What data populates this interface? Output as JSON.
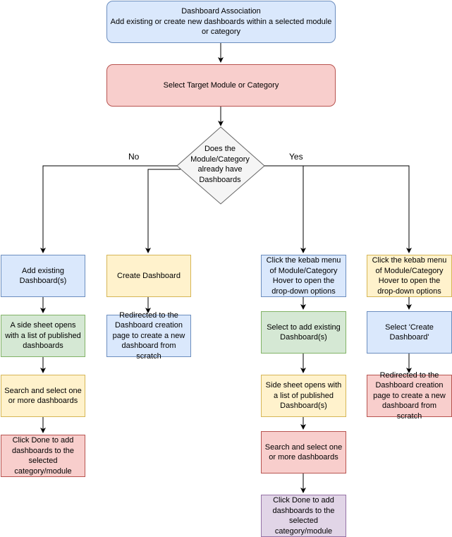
{
  "nodes": {
    "start": {
      "lines": [
        "Dashboard Association",
        "Add existing or create new dashboards within a selected module or category"
      ],
      "color": "#dae8fc"
    },
    "select": {
      "text": "Select Target Module or Category",
      "color": "#f8cecc"
    },
    "decision": {
      "text": "Does the Module/Category already have Dashboards",
      "color": "#f5f5f5"
    },
    "no_add": {
      "text": "Add existing Dashboard(s)"
    },
    "no_side": {
      "text": "A side sheet opens with a list of published dashboards"
    },
    "no_search": {
      "text": "Search and select one or more dashboards"
    },
    "no_done": {
      "text": "Click Done to add dashboards to the selected category/module"
    },
    "create": {
      "text": "Create Dashboard"
    },
    "create_redirect": {
      "text": "Redirected to the Dashboard creation page to create a new dashboard from scratch"
    },
    "yes_kebab": {
      "text": "Click the kebab menu of Module/Category Hover to open the drop-down options"
    },
    "yes_select": {
      "text": "Select to add existing Dashboard(s)"
    },
    "yes_side": {
      "text": "Side sheet opens with a list of published Dashboard(s)"
    },
    "yes_search": {
      "text": "Search and select one or more dashboards"
    },
    "yes_done": {
      "text": "Click Done to add dashboards to the selected category/module"
    },
    "yes2_kebab": {
      "text": "Click the kebab menu of Module/Category Hover to open the drop-down options"
    },
    "yes2_create": {
      "text": "Select 'Create Dashboard'"
    },
    "yes2_redirect": {
      "text": "Redirected to the Dashboard creation page to create a new dashboard from scratch"
    }
  },
  "edge_labels": {
    "no": "No",
    "yes": "Yes"
  },
  "colors": {
    "blue": "#dae8fc",
    "red": "#f8cecc",
    "green": "#d5e8d4",
    "yellow": "#fff2cc",
    "purple": "#e1d5e7",
    "line": "#000000"
  }
}
